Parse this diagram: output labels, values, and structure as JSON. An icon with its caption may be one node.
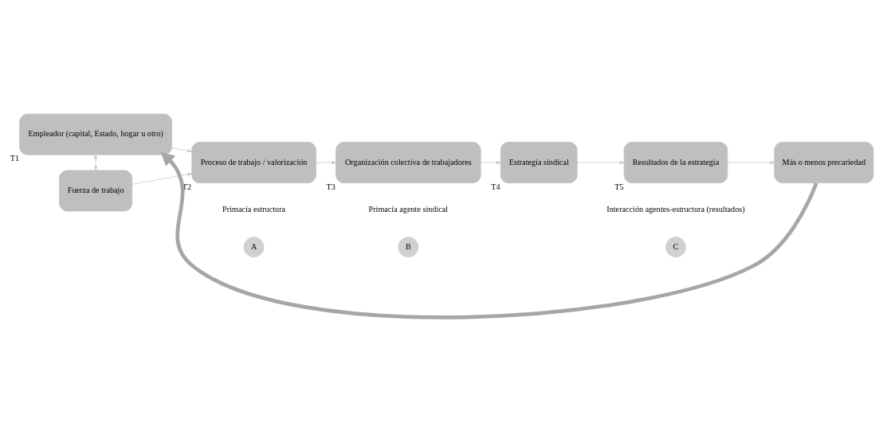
{
  "diagram": {
    "nodes": [
      {
        "text": [
          "Empleador (capital, Estado, hogar u otro)"
        ],
        "beside": [
          "T1"
        ]
      },
      {
        "text": [
          "Fuerza de trabajo"
        ]
      },
      {
        "text": [
          "Proceso de trabajo / valorización"
        ],
        "beside": [
          "T2"
        ]
      },
      {
        "text": [
          "Organización colectiva de trabajadores"
        ],
        "beside": [
          "T3"
        ]
      },
      {
        "text": [
          "Estrategia sindical"
        ],
        "beside": [
          "T4"
        ]
      },
      {
        "text": [
          "Resultados de la estrategia"
        ],
        "beside": [
          "T5"
        ]
      },
      {
        "text": [
          "Más o menos precariedad"
        ]
      },
      {
        "text": [
          "A"
        ]
      },
      {
        "text": [
          "B"
        ]
      },
      {
        "text": [
          "C"
        ]
      }
    ],
    "edges": [
      {
        "from": 0,
        "to": 1,
        "arrow": "both"
      },
      {
        "from": 0,
        "to": 2,
        "arrow": "to"
      },
      {
        "from": 1,
        "to": 2,
        "arrow": "to"
      },
      {
        "from": 2,
        "to": 3,
        "arrow": "to"
      },
      {
        "from": 3,
        "to": 4,
        "arrow": "to"
      },
      {
        "from": 4,
        "to": 5,
        "arrow": "to"
      },
      {
        "from": 5,
        "to": 6,
        "arrow": "to"
      },
      {
        "from": 6,
        "to": 0,
        "arrow": "to",
        "style": "thick",
        "color": "#a6a6a6"
      }
    ],
    "labels": [
      "Primacía estructura",
      "Primacía agente sindical",
      "Interacción agentes-estructura (resultados)"
    ]
  }
}
